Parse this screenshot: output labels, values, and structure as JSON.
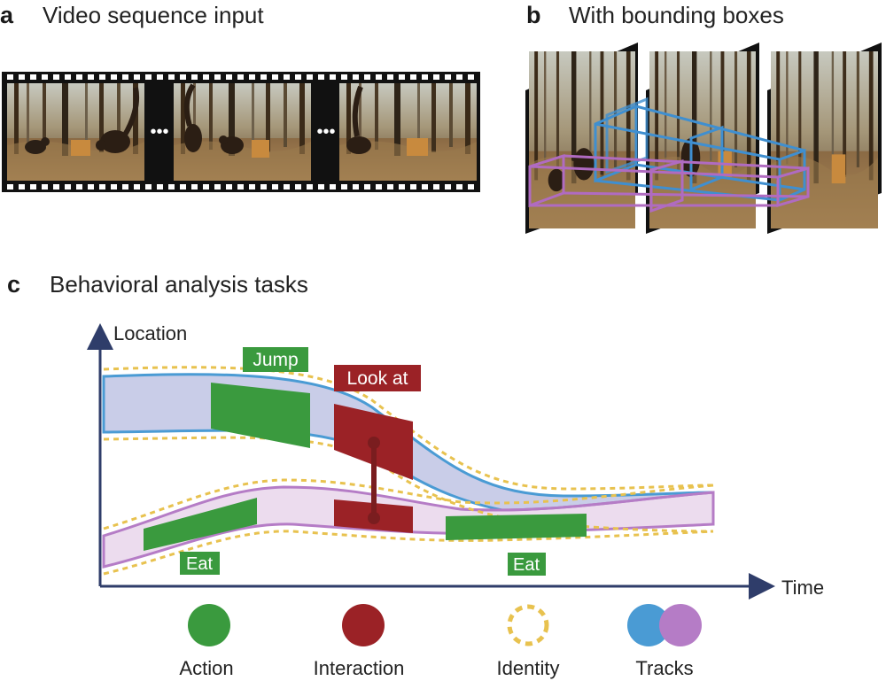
{
  "panels": {
    "a": {
      "letter": "a",
      "title": "Video sequence input"
    },
    "b": {
      "letter": "b",
      "title": "With bounding boxes"
    },
    "c": {
      "letter": "c",
      "title": "Behavioral analysis tasks"
    }
  },
  "film": {
    "gap_symbol": "•••"
  },
  "diagram": {
    "y_axis_label": "Location",
    "x_axis_label": "Time",
    "labels": {
      "jump": "Jump",
      "look_at": "Look at",
      "eat_left": "Eat",
      "eat_right": "Eat"
    }
  },
  "legend": {
    "action": "Action",
    "interaction": "Interaction",
    "identity": "Identity",
    "tracks": "Tracks"
  },
  "colors": {
    "action": "#3a9a3e",
    "interaction": "#9b2226",
    "identity": "#e8c24f",
    "track_blue": "#4a9bd4",
    "track_purple": "#b57cc6",
    "track_blue_fill": "#c9cde8",
    "track_purple_fill": "#ecdcee"
  }
}
